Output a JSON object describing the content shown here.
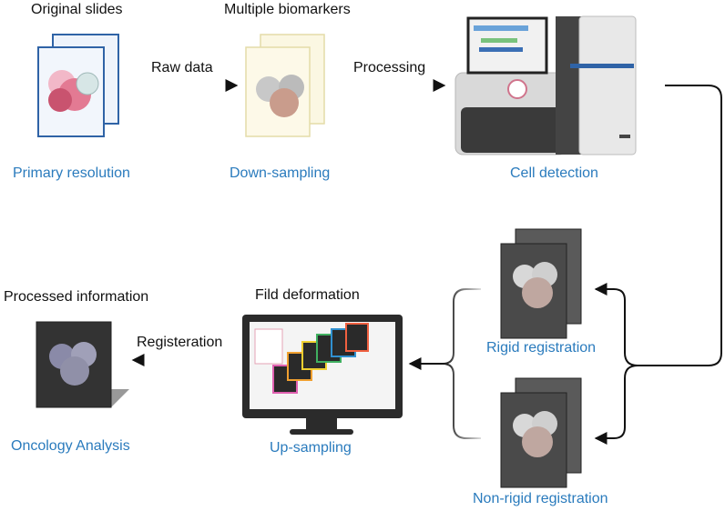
{
  "top": {
    "original_title": "Original slides",
    "biomarkers_title": "Multiple biomarkers",
    "raw_data": "Raw data",
    "processing": "Processing",
    "primary_resolution": "Primary resolution",
    "down_sampling": "Down-sampling",
    "cell_detection": "Cell detection"
  },
  "bottom": {
    "processed_title": "Processed information",
    "deformation_title": "Fild deformation",
    "registeration": "Registeration",
    "oncology": "Oncology Analysis",
    "up_sampling": "Up-sampling",
    "rigid": "Rigid registration",
    "non_rigid": "Non-rigid registration"
  },
  "colors": {
    "caption_blue": "#2a7bbd",
    "arrow": "#111111",
    "slide_frame_blue": "#2f63a6",
    "slide_cream": "#fbf7e2",
    "dark_panel": "#4a4a4a"
  },
  "icons": [
    "slide-stack-icon",
    "scanner-icon",
    "monitor-icon",
    "registration-panel-icon"
  ]
}
